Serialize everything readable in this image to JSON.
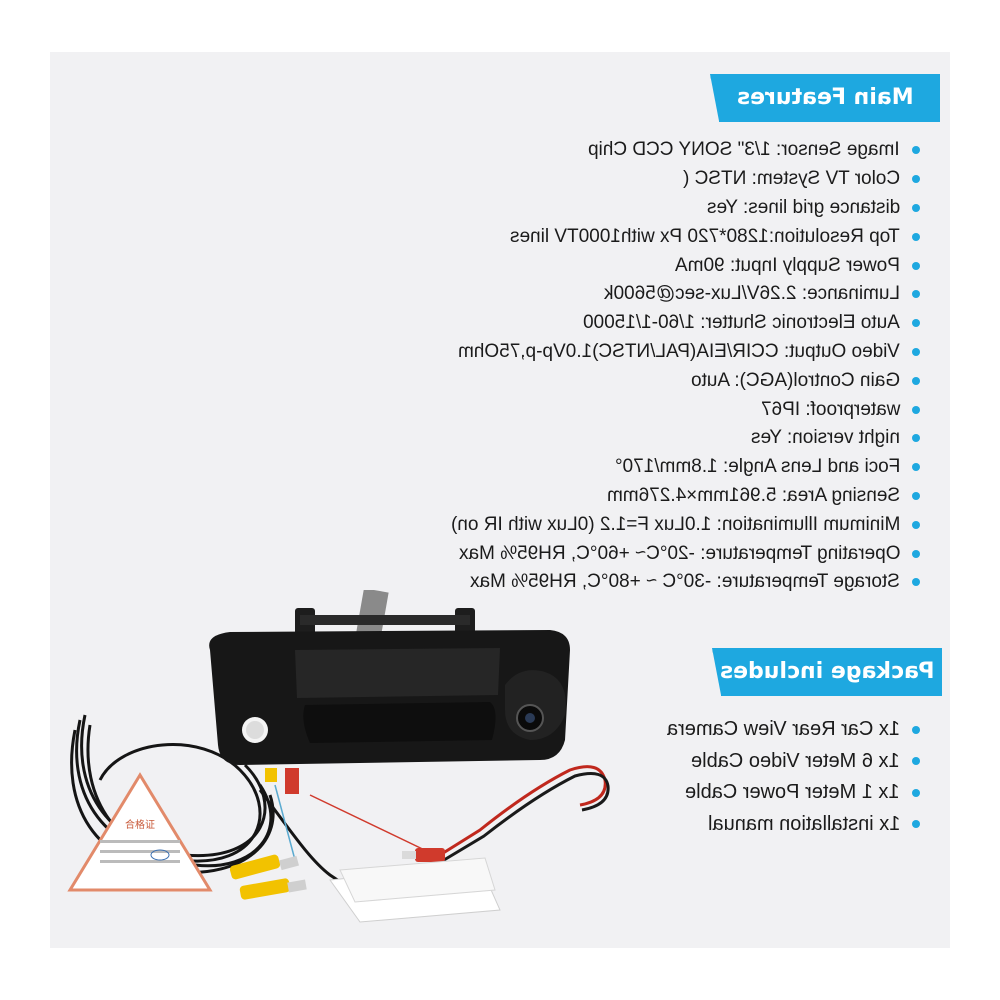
{
  "colors": {
    "accent": "#1ea8e0",
    "background": "#f1f1f3",
    "text": "#1b1b1b"
  },
  "sections": {
    "features_title": "Main Features",
    "package_title": "Package includes"
  },
  "features": [
    "Image Sensor: 1/3\" SONY CCD Chip",
    "Color TV System: NTSC (",
    "distance grid lines: Yes",
    "Top Resolution:1280*720 Px with1000TV lines",
    "Power Supply Input: 90mA",
    "Luminance: 2.26V/Lux-sec@5600k",
    "Auto Electronic Shutter: 1/60-1/15000",
    "Video Output: CCIR/EIA(PAL/NTSC)1.0Vp-p,75Ohm",
    "Gain Control(AGC): Auto",
    "waterproof: IP67",
    "night version: Yes",
    "Foci and Lens Angle: 1.8mm/170°",
    "Sensing Area: 5.961mm×4.276mm",
    "Minimum Illumination: 1.0Lux F=1.2 (0Lux with IR on)",
    "Operating Temperature: -20°C~ +60°C, RH95% Max",
    "Storage Temperature: -30°C ~ +80°C, RH95% Max"
  ],
  "package": [
    "1x Car Rear View Camera",
    "1x 6 Meter Video Cable",
    "1x 1 Meter Power Cable",
    "1x installation manual"
  ],
  "product_image": {
    "icon": "tailgate-camera-photo",
    "certificate_label": "合格证"
  }
}
